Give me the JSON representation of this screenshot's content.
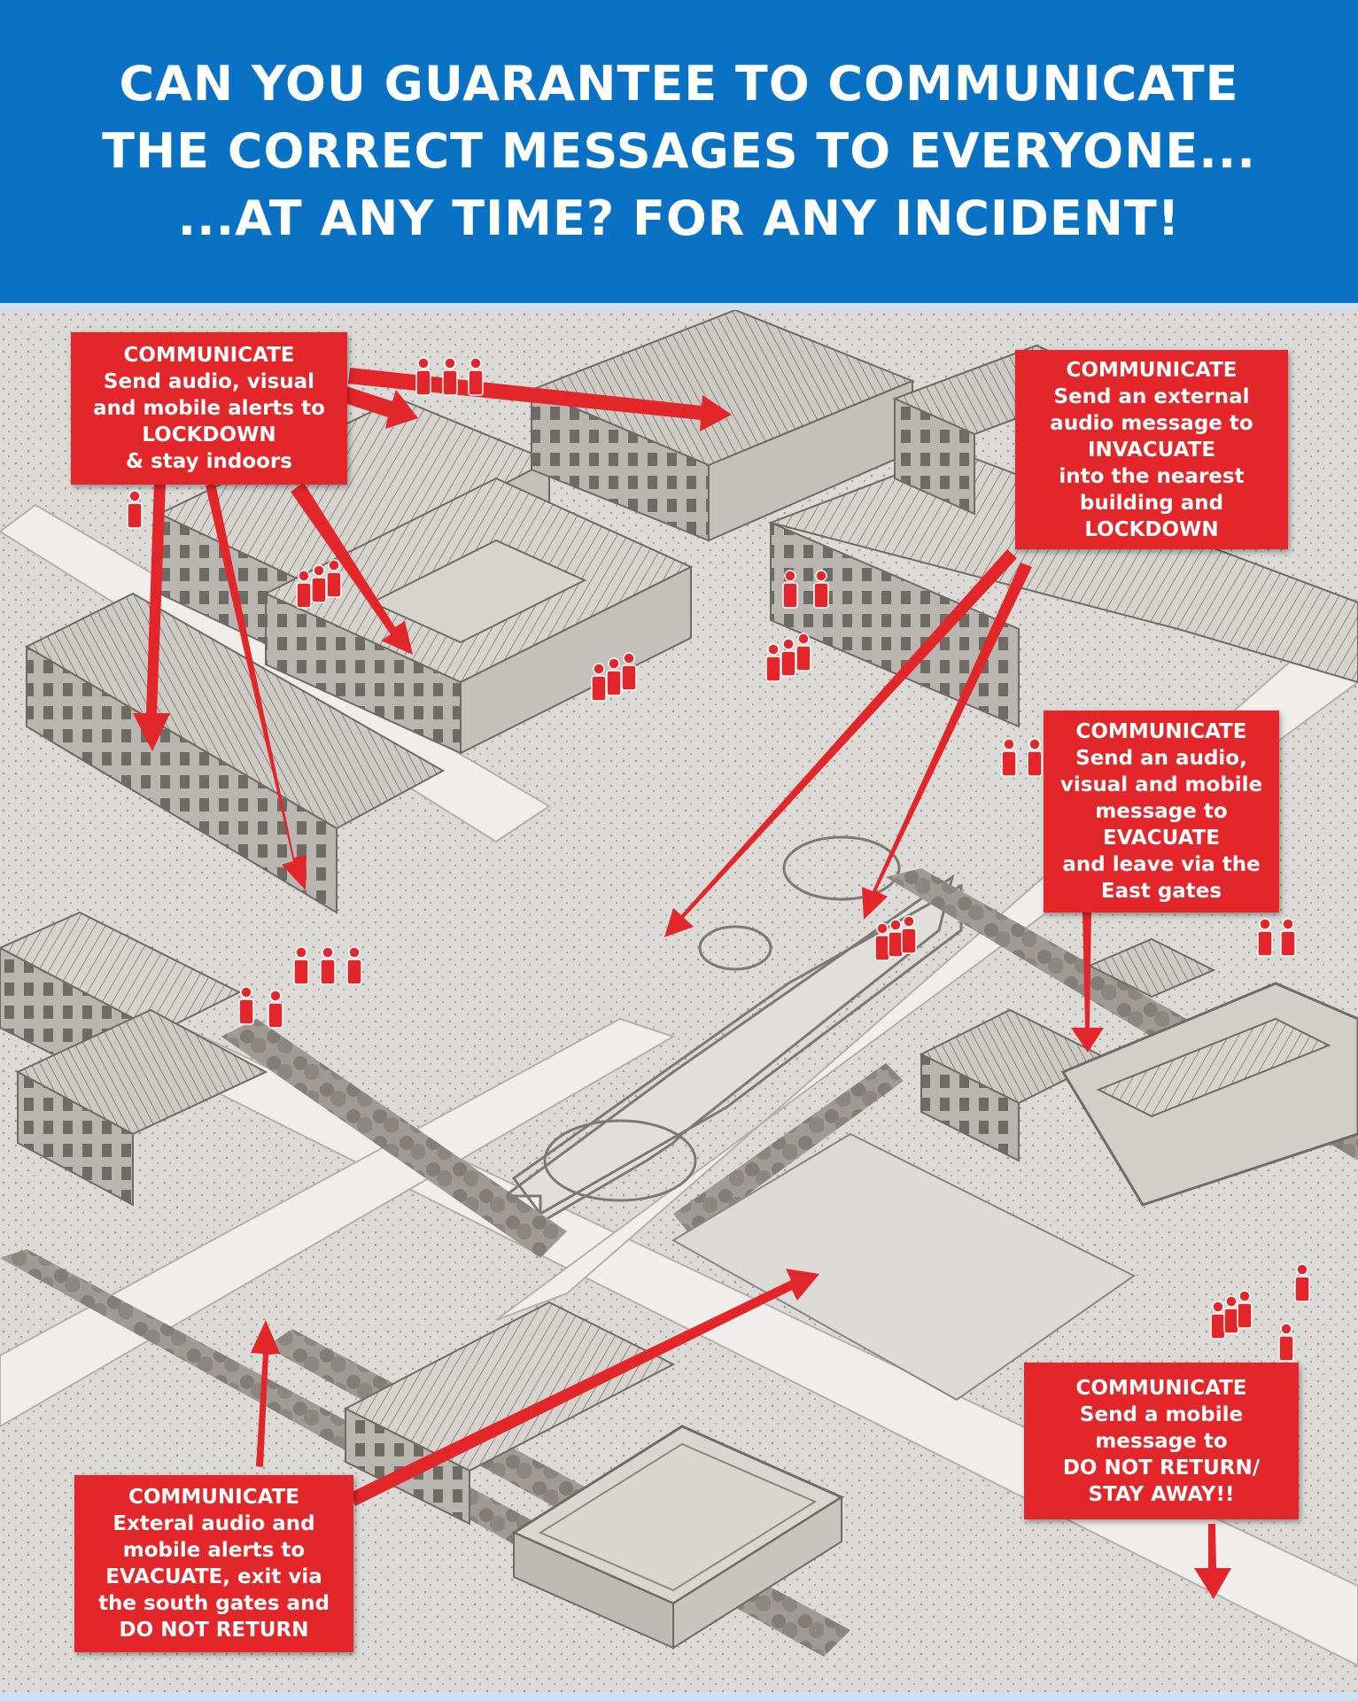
{
  "header": {
    "lines": [
      "CAN YOU GUARANTEE TO COMMUNICATE",
      "THE CORRECT MESSAGES TO EVERYONE...",
      "...AT ANY TIME? FOR ANY INCIDENT!"
    ]
  },
  "callouts": {
    "lockdown": {
      "lines": [
        "COMMUNICATE",
        "Send audio, visual",
        "and mobile alerts to",
        "LOCKDOWN",
        "& stay indoors"
      ]
    },
    "invacuate": {
      "lines": [
        "COMMUNICATE",
        "Send an external",
        "audio message to",
        "INVACUATE",
        "into the nearest",
        "building  and",
        "LOCKDOWN"
      ]
    },
    "evacuate_east": {
      "lines": [
        "COMMUNICATE",
        "Send an audio,",
        "visual and mobile",
        "message to",
        "EVACUATE",
        "and leave via the",
        "East gates"
      ]
    },
    "evacuate_south": {
      "lines": [
        "COMMUNICATE",
        "Exteral audio and",
        "mobile alerts to",
        "EVACUATE, exit via",
        "the south gates and",
        "DO NOT RETURN"
      ]
    },
    "do_not_return": {
      "lines": [
        "COMMUNICATE",
        "Send a mobile",
        "message to",
        "DO NOT RETURN/",
        "STAY AWAY!!"
      ]
    }
  },
  "colors": {
    "header_blue": "#0a72c4",
    "alert_red": "#e3262a",
    "sketch_grey": "#8a8580"
  },
  "icons": [
    "person-icon",
    "arrow-icon"
  ]
}
